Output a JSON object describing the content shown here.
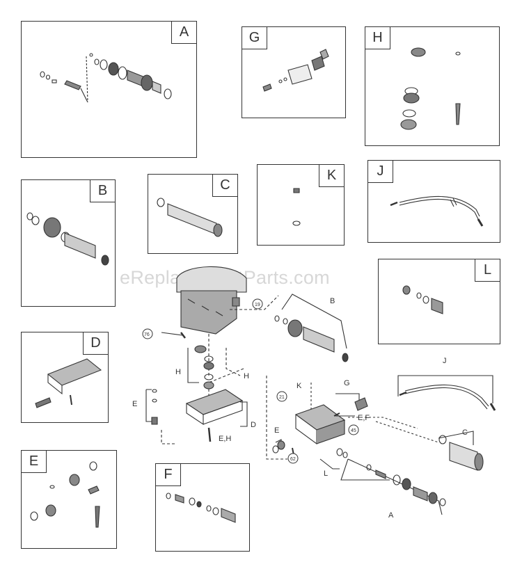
{
  "watermark": "eReplacementParts.com",
  "panels": {
    "a": "A",
    "b": "B",
    "c": "C",
    "d": "D",
    "e": "E",
    "f": "F",
    "g": "G",
    "h": "H",
    "j": "J",
    "k": "K",
    "l": "L"
  },
  "main": {
    "callouts": {
      "b": "B",
      "h": "H",
      "h2": "H",
      "e": "E",
      "d": "D",
      "eh": "E,H",
      "k": "K",
      "g": "G",
      "ef": "E,F",
      "e2": "E",
      "l": "L",
      "a": "A",
      "c": "C",
      "j": "J"
    },
    "part_numbers": {
      "p19": "19",
      "p76": "76",
      "p21": "21",
      "p45": "45",
      "p62": "62"
    }
  }
}
